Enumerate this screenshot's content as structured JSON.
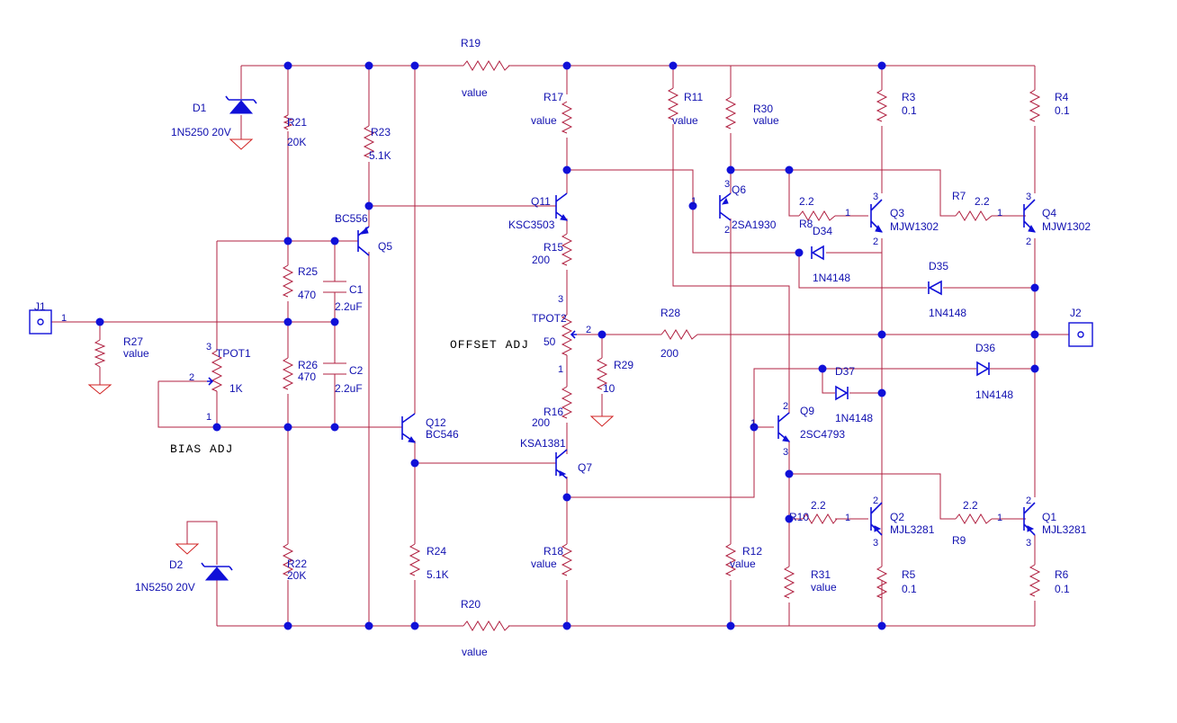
{
  "components": {
    "R19": {
      "ref": "R19",
      "value": "value"
    },
    "R20": {
      "ref": "R20",
      "value": "value"
    },
    "R21": {
      "ref": "R21",
      "value": "20K"
    },
    "R22": {
      "ref": "R22",
      "value": "20K"
    },
    "R23": {
      "ref": "R23",
      "value": "5.1K"
    },
    "R24": {
      "ref": "R24",
      "value": "5.1K"
    },
    "R25": {
      "ref": "R25",
      "value": "470"
    },
    "R26": {
      "ref": "R26",
      "value": "470"
    },
    "R27": {
      "ref": "R27",
      "value": "value"
    },
    "R17": {
      "ref": "R17",
      "value": "value"
    },
    "R18": {
      "ref": "R18",
      "value": "value"
    },
    "R15": {
      "ref": "R15",
      "value": "200"
    },
    "R16": {
      "ref": "R16",
      "value": "200"
    },
    "R11": {
      "ref": "R11",
      "value": "value"
    },
    "R12": {
      "ref": "R12",
      "value": "value"
    },
    "R30": {
      "ref": "R30",
      "value": "value"
    },
    "R31": {
      "ref": "R31",
      "value": "value"
    },
    "R28": {
      "ref": "R28",
      "value": "200"
    },
    "R29": {
      "ref": "R29",
      "value": "10"
    },
    "R3": {
      "ref": "R3",
      "value": "0.1"
    },
    "R4": {
      "ref": "R4",
      "value": "0.1"
    },
    "R5": {
      "ref": "R5",
      "value": "0.1"
    },
    "R6": {
      "ref": "R6",
      "value": "0.1"
    },
    "R7": {
      "ref": "R7",
      "value": "2.2"
    },
    "R8": {
      "ref": "R8",
      "value": "2.2"
    },
    "R9": {
      "ref": "R9",
      "value": "2.2"
    },
    "R10": {
      "ref": "R10",
      "value": "2.2"
    },
    "C1": {
      "ref": "C1",
      "value": "2.2uF"
    },
    "C2": {
      "ref": "C2",
      "value": "2.2uF"
    },
    "D1": {
      "ref": "D1",
      "value": "1N5250 20V"
    },
    "D2": {
      "ref": "D2",
      "value": "1N5250 20V"
    },
    "D34": {
      "ref": "D34",
      "value": "1N4148"
    },
    "D35": {
      "ref": "D35",
      "value": "1N4148"
    },
    "D36": {
      "ref": "D36",
      "value": "1N4148"
    },
    "D37": {
      "ref": "D37",
      "value": "1N4148"
    },
    "Q1": {
      "ref": "Q1",
      "value": "MJL3281"
    },
    "Q2": {
      "ref": "Q2",
      "value": "MJL3281"
    },
    "Q3": {
      "ref": "Q3",
      "value": "MJW1302"
    },
    "Q4": {
      "ref": "Q4",
      "value": "MJW1302"
    },
    "Q5": {
      "ref": "Q5",
      "value": "BC556"
    },
    "Q6": {
      "ref": "Q6",
      "value": "2SA1930"
    },
    "Q7": {
      "ref": "Q7",
      "value": "KSA1381"
    },
    "Q9": {
      "ref": "Q9",
      "value": "2SC4793"
    },
    "Q11": {
      "ref": "Q11",
      "value": "KSC3503"
    },
    "Q12": {
      "ref": "Q12",
      "value": "BC546"
    },
    "TPOT1": {
      "ref": "TPOT1",
      "value": "1K"
    },
    "TPOT2": {
      "ref": "TPOT2",
      "value": "50"
    },
    "J1": {
      "ref": "J1"
    },
    "J2": {
      "ref": "J2"
    }
  },
  "annotations": {
    "bias_adj": "BIAS ADJ",
    "offset_adj": "OFFSET ADJ"
  },
  "pins": {
    "one": "1",
    "two": "2",
    "three": "3"
  },
  "colors": {
    "wire": "#b02040",
    "component": "#1010d8",
    "ground": "#d02020",
    "label": "#1010b0"
  }
}
